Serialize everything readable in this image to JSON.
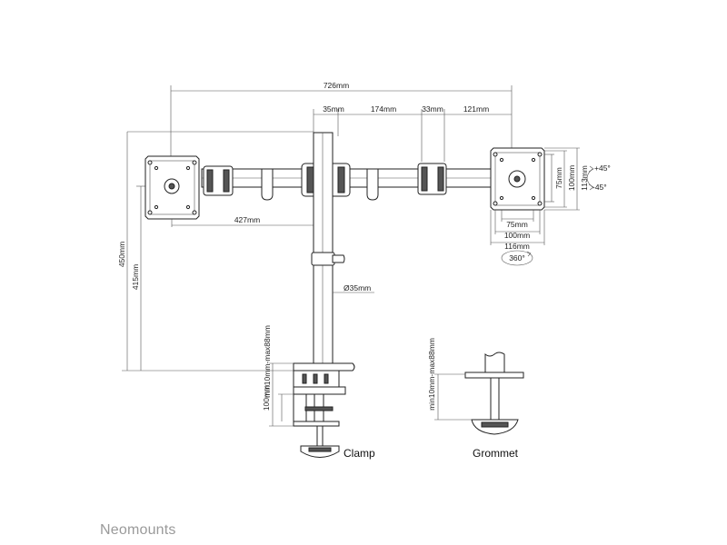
{
  "dimensions": {
    "total_width": "726mm",
    "clamp_to_joint": "35mm",
    "arm_segment": "174mm",
    "joint_to_plate": "33mm",
    "plate_offset": "121mm",
    "reach_left": "427mm",
    "height_total": "450mm",
    "height_pole": "415mm",
    "pole_diameter": "Ø35mm",
    "vesa_75": "75mm",
    "vesa_100": "100mm",
    "plate_113": "113mm",
    "plate_116": "116mm",
    "vesa_75_h": "75mm",
    "vesa_100_h": "100mm",
    "tilt_up": "+45°",
    "tilt_down": "-45°",
    "rotation": "360°",
    "clamp_range": "min10mm-max88mm",
    "clamp_depth": "100mm",
    "grommet_range": "min10mm-max88mm"
  },
  "labels": {
    "clamp": "Clamp",
    "grommet": "Grommet"
  },
  "brand": "Neomounts"
}
